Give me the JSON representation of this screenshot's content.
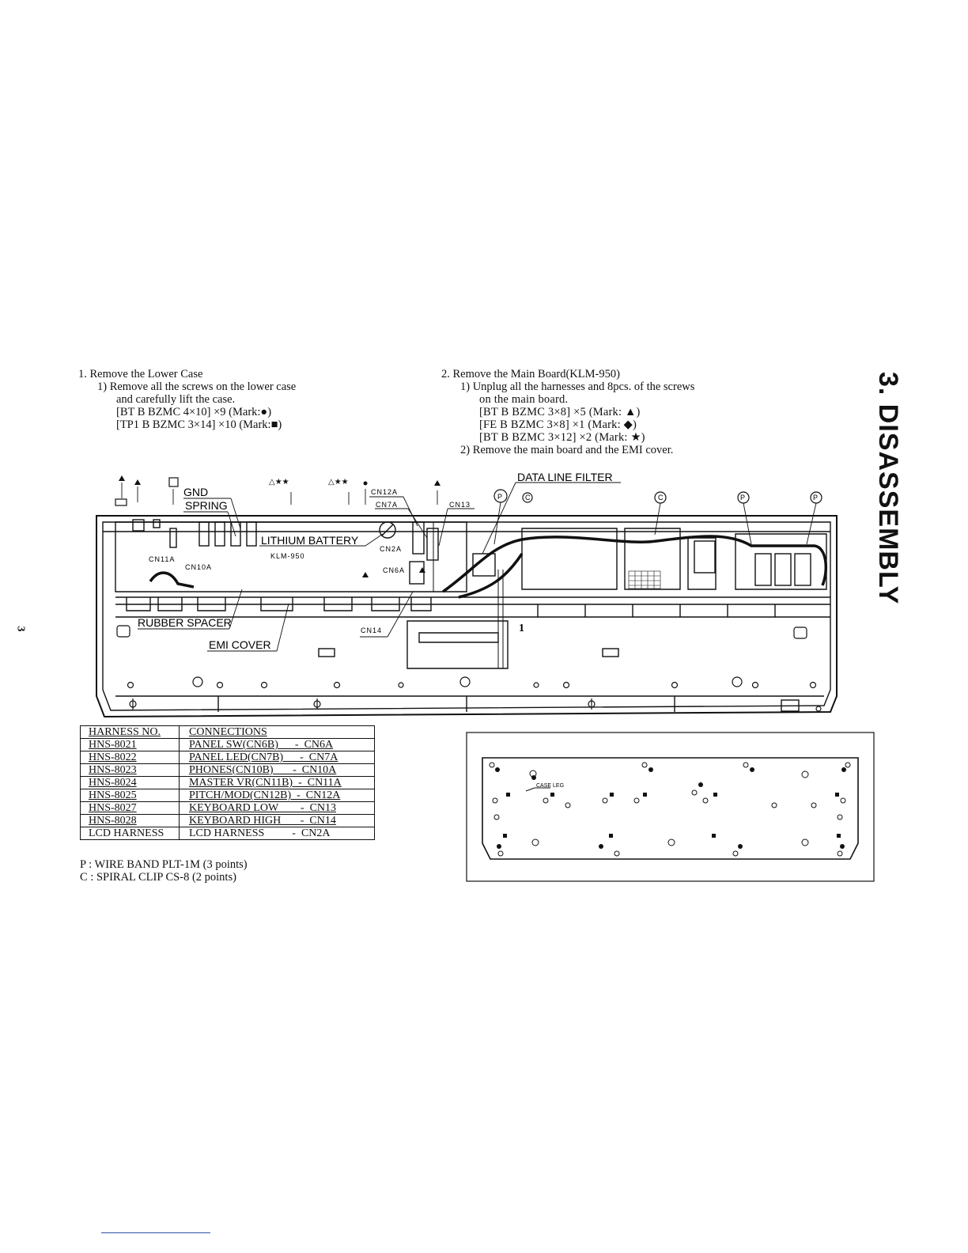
{
  "side_title": "3. DISASSEMBLY",
  "page_number": "3",
  "step1": {
    "title": "1. Remove the Lower Case",
    "lines": [
      "1) Remove all the screws on the lower case",
      "and carefully lift the case.",
      "[BT B BZMC 4×10]   ×9   (Mark:●)",
      "[TP1 B BZMC 3×14]  ×10 (Mark:■)"
    ]
  },
  "step2": {
    "title": "2. Remove the Main Board(KLM-950)",
    "lines": [
      "1)  Unplug  all  the  harnesses  and  8pcs.  of  the  screws",
      "on  the  main  board.",
      "[BT B BZMC 3×8]    ×5  (Mark: ▲)",
      "[FE B BZMC 3×8]    ×1  (Mark: ◆)",
      "[BT B BZMC 3×12]  ×2  (Mark: ★)",
      "2)  Remove  the  main  board  and  the  EMI  cover."
    ]
  },
  "diagram_labels": {
    "gnd": "GND",
    "spring": "SPRING",
    "lithium_battery": "LITHIUM BATTERY",
    "klm": "KLM-950",
    "rubber_spacer": "RUBBER SPACER",
    "emi_cover": "EMI COVER",
    "data_line_filter": "DATA LINE FILTER",
    "cn12a": "CN12A",
    "cn7a": "CN7A",
    "cn13": "CN13",
    "cn2a": "CN2A",
    "cn6a": "CN6A",
    "cn11a": "CN11A",
    "cn10a": "CN10A",
    "cn14": "CN14",
    "p": "P",
    "c": "C",
    "case_leg": "CASE LEG",
    "one": "1"
  },
  "harness_table": {
    "headers": [
      "HARNESS NO.",
      "CONNECTIONS"
    ],
    "rows": [
      [
        "HNS-8021",
        "PANEL SW(CN6B)      -  CN6A"
      ],
      [
        "HNS-8022",
        "PANEL LED(CN7B)      -  CN7A"
      ],
      [
        "HNS-8023",
        "PHONES(CN10B)       -  CN10A"
      ],
      [
        "HNS-8024",
        "MASTER VR(CN11B)  -  CN11A"
      ],
      [
        "HNS-8025",
        "PITCH/MOD(CN12B)  -  CN12A"
      ],
      [
        "HNS-8027",
        "KEYBOARD LOW        -  CN13"
      ],
      [
        "HNS-8028",
        "KEYBOARD HIGH       -  CN14"
      ],
      [
        "LCD HARNESS",
        "LCD HARNESS          -  CN2A"
      ]
    ]
  },
  "legend": [
    "P : WIRE BAND PLT-1M (3 points)",
    "C  :  SPIRAL  CLIP  CS-8  (2  points)"
  ],
  "colors": {
    "ink": "#111111",
    "footer_line": "#2b4fa8"
  }
}
